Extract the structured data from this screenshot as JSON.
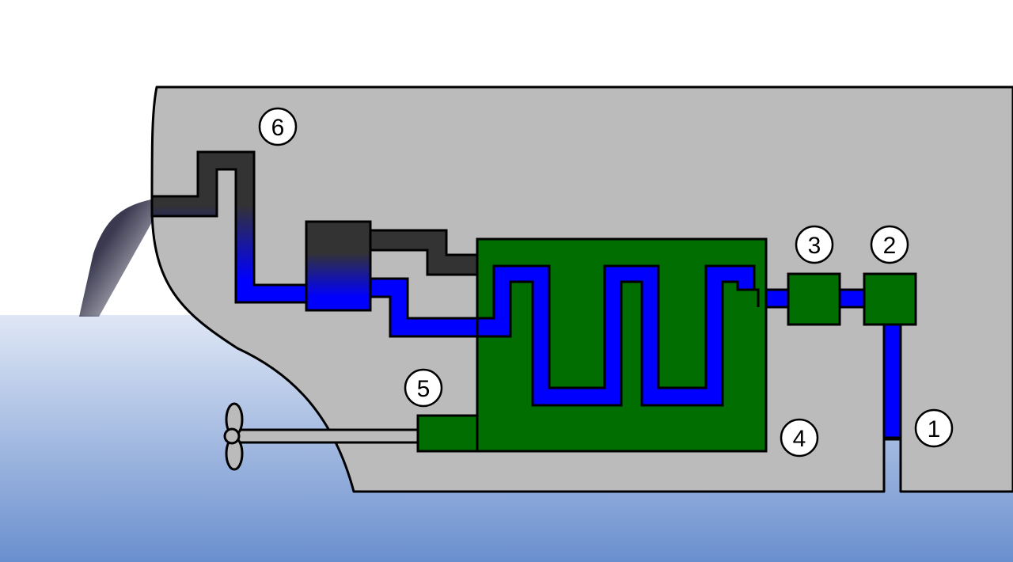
{
  "colors": {
    "background": "#ffffff",
    "hull": "#bbbbbb",
    "outline": "#000000",
    "water_top": "#dfe7f5",
    "water_bottom": "#6a8fce",
    "coolant": "#0000ff",
    "exhaust": "#333333",
    "engine": "#006e00",
    "smoke": "#3a3950"
  },
  "labels": {
    "inlet": "1",
    "filter": "2",
    "pump": "3",
    "engine": "4",
    "gearbox": "5",
    "exhaust_outlet": "6"
  }
}
